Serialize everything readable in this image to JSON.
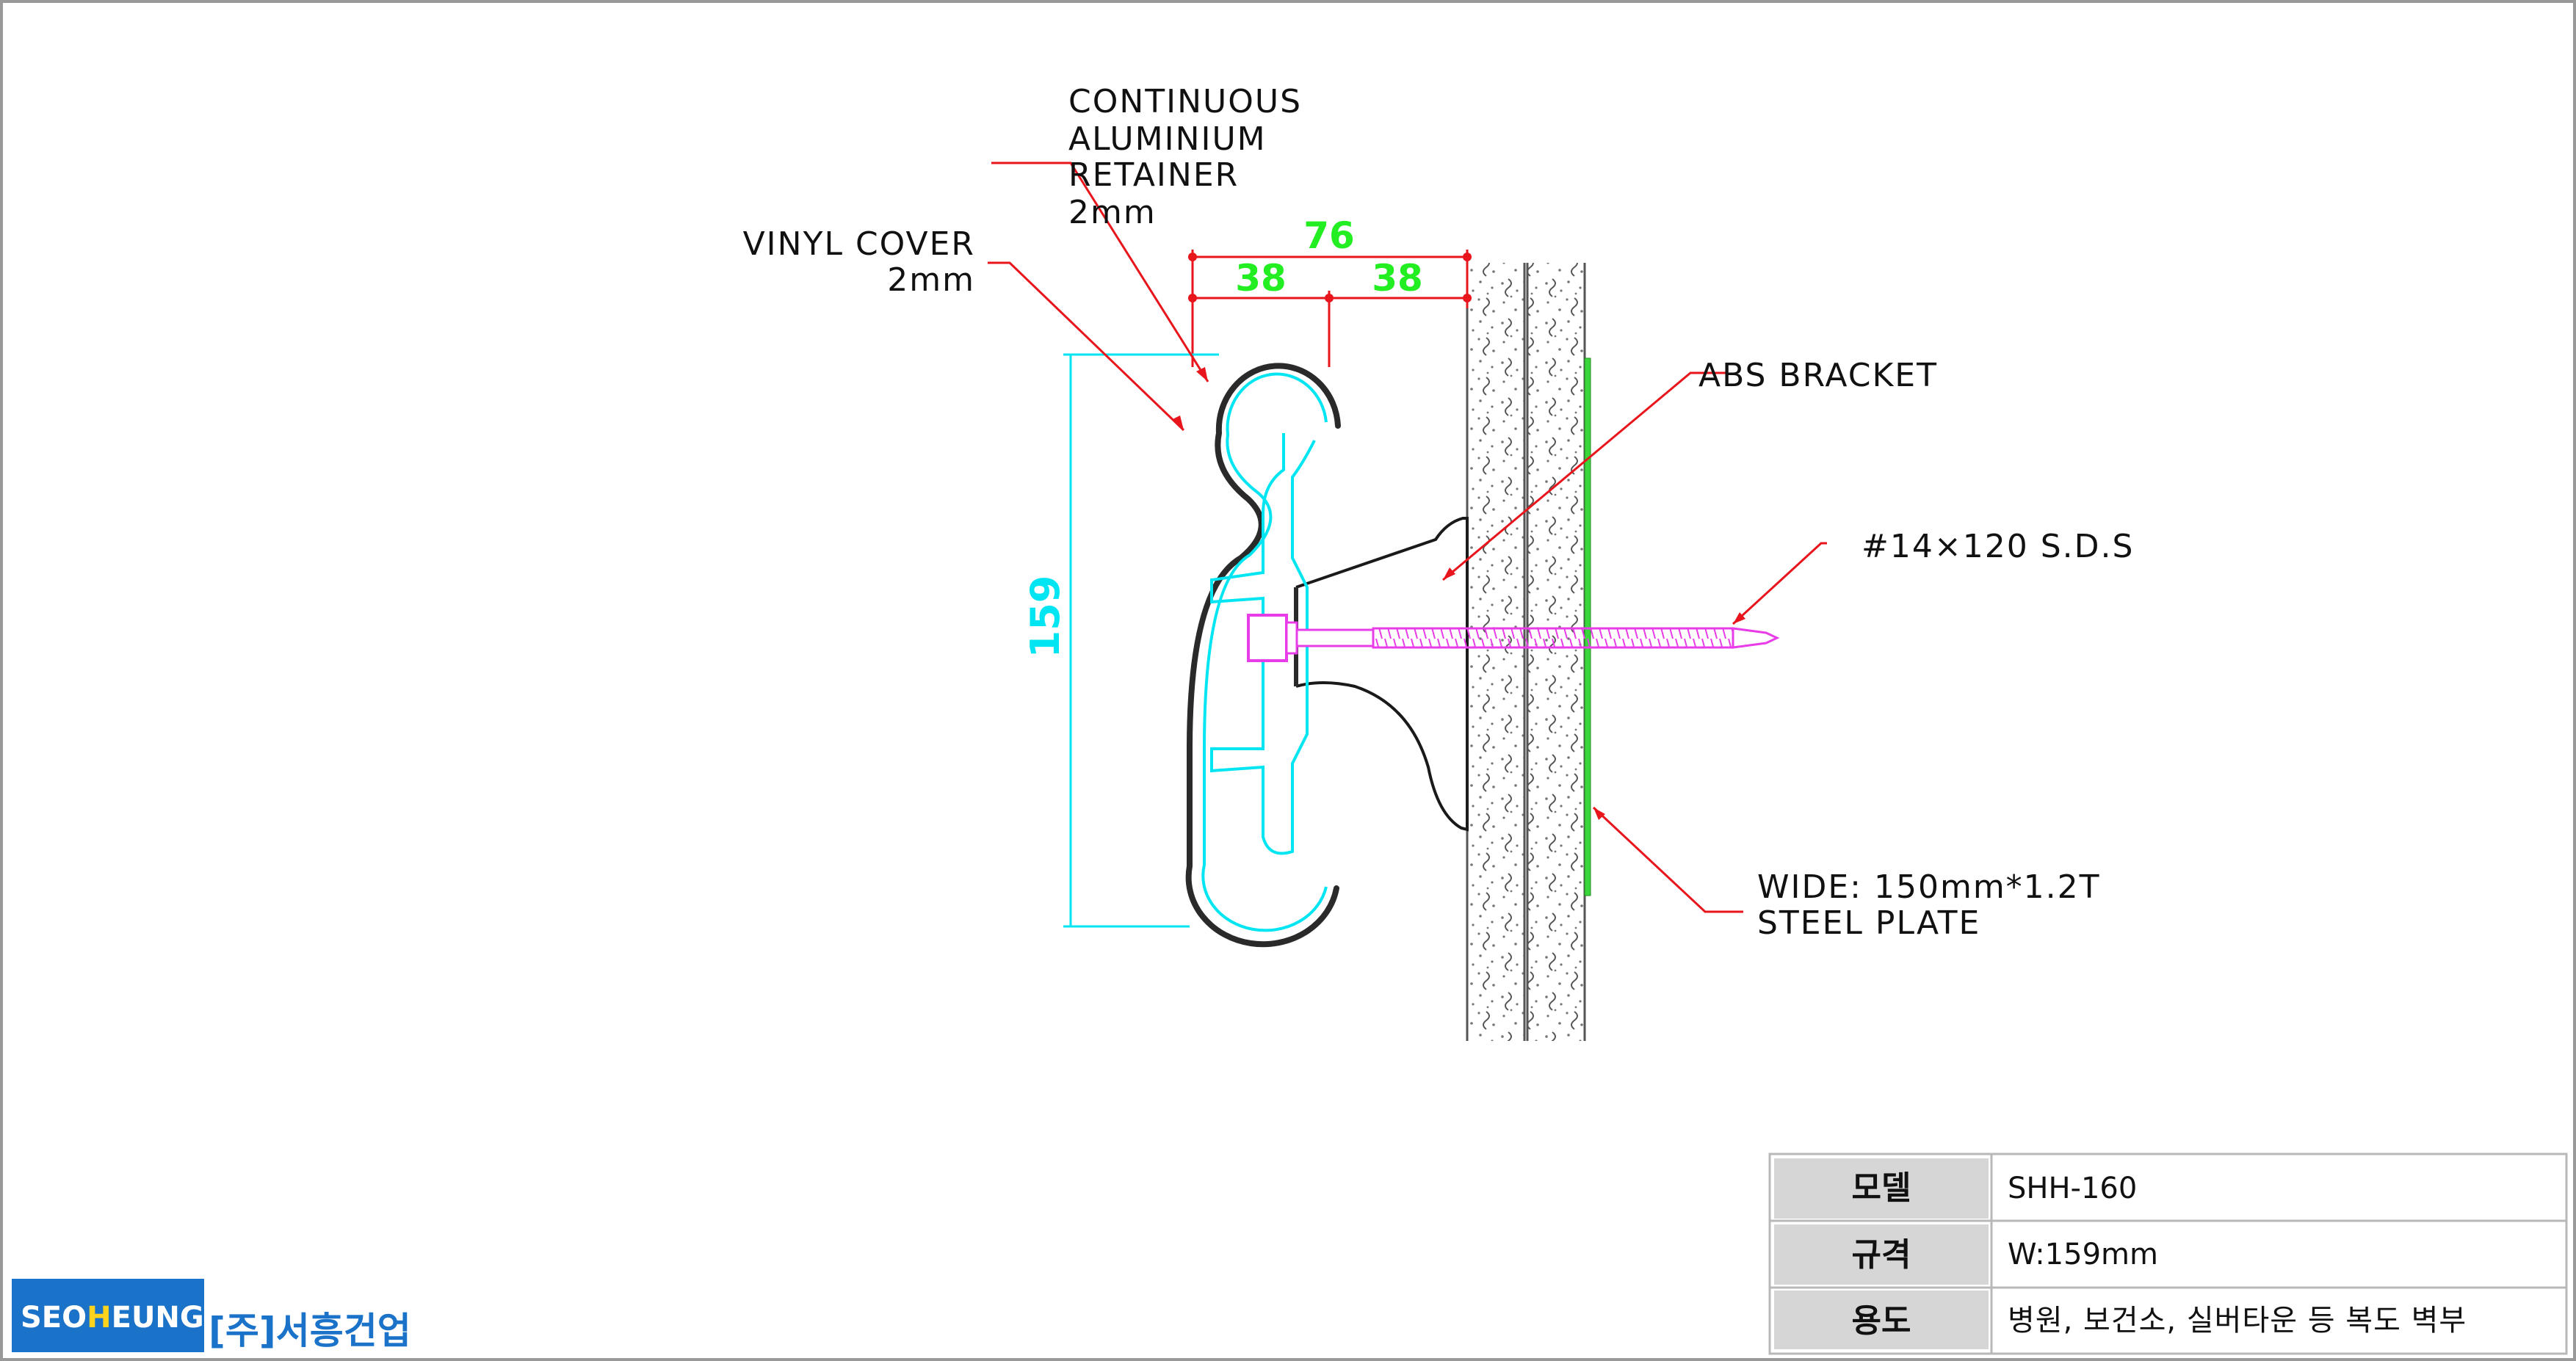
{
  "labels": {
    "retainer": [
      "CONTINUOUS",
      "ALUMINIUM",
      "RETAINER",
      "2mm"
    ],
    "vinyl": [
      "VINYL COVER",
      "2mm"
    ],
    "bracket": "ABS BRACKET",
    "screw": "#14×120 S.D.S",
    "plate": [
      "WIDE: 150mm*1.2T",
      "STEEL PLATE"
    ]
  },
  "dimensions": {
    "total_width": "76",
    "half_left": "38",
    "half_right": "38",
    "height": "159"
  },
  "spec_table": {
    "rows": [
      {
        "label": "모델",
        "value": "SHH-160"
      },
      {
        "label": "규격",
        "value": "W:159mm"
      },
      {
        "label": "용도",
        "value": "병원, 보건소, 실버타운 등 복도 벽부"
      }
    ]
  },
  "brand": {
    "logo_pre": "SEO",
    "logo_mid": "H",
    "logo_post": "EUNG",
    "company": "[주]서흥건업"
  },
  "colors": {
    "leader": "#e8161c",
    "dim_green": "#22ee22",
    "dim_cyan": "#00e5f2",
    "screw": "#e83ce8",
    "plate": "#3bd63b",
    "logo_bg": "#1a73c9",
    "logo_accent": "#ffd21e"
  }
}
